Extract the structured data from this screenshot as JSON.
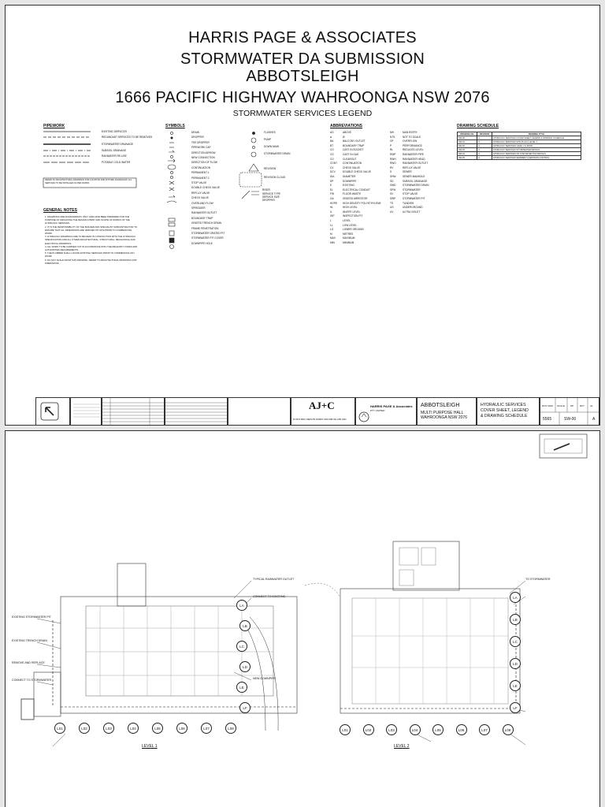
{
  "sheet1": {
    "title_lines": [
      "HARRIS PAGE & ASSOCIATES",
      "STORMWATER DA SUBMISSION",
      "ABBOTSLEIGH",
      "1666 PACIFIC HIGHWAY WAHROONGA NSW 2076"
    ],
    "subtitle": "STORMWATER SERVICES LEGEND",
    "pipework": {
      "heading": "PIPEWORK",
      "items": [
        "EXISTING SERVICES",
        "REDUNDANT SERVICES TO BE REMOVED",
        "STORMWATER DRAINAGE",
        "SUBSOIL DRAINAGE",
        "RAINWATER RE-USE",
        "POTABLE COLD WATER"
      ],
      "note": "REFER TO ARCHITECTURAL DRAWINGS FOR LOCATION AND FIXTURE SCHEDULES. ALL SERVICES TO BE INSTALLED AS PER AS3500."
    },
    "general_notes": {
      "heading": "GENERAL NOTES",
      "items": [
        "1. DRAWINGS ARE DIAGRAMMATIC ONLY AND HAVE BEEN PREPARED FOR THE PURPOSE OF INDICATING THE DESIGN INTENT AND SCOPE OF WORKS OF THE HYDRAULIC SERVICES.",
        "2. IT IS THE RESPONSIBILITY OF THE BUILDER AND SPECIALIST SUBCONTRACTOR TO ENSURE THAT ALL DIMENSIONS ARE VERIFIED ON SITE PRIOR TO COMMENCING WORK.",
        "3. HYDRAULIC DRAWINGS ARE TO BE READ IN CONJUNCTION WITH THE HYDRAULIC SPECIFICATION AND ALL OTHER ARCHITECTURAL, STRUCTURAL, MECHANICAL AND ELECTRICAL DRAWINGS.",
        "4. ALL WORK TO BE CARRIED OUT IN ACCORDANCE WITH THE RELEVANT CODES AND AUTHORITIES REQUIREMENTS.",
        "5. THE PLUMBER SHALL LOCATE EXISTING SERVICES PRIOR TO COMMENCING ANY WORK.",
        "6. DO NOT SCALE FROM THIS DRAWING. REFER TO ARCHITECTURAL DRAWINGS FOR DIMENSIONS."
      ]
    },
    "symbols": {
      "heading": "SYMBOLS",
      "col1": [
        "DRAIN",
        "DROPPER",
        "TEE DROPPER",
        "PIPEWORK CAP",
        "DIRECTION ARROW",
        "NEW CONNECTION",
        "DIRECTION OF FLOW",
        "CONTINUATION",
        "PERMANENT 1",
        "PERMANENT 2",
        "STOP VALVE",
        "DOUBLE CHECK VALVE",
        "REFLUX VALVE",
        "CHECK VALVE",
        "OVERLAND FLOW",
        "SPREADER",
        "RAINWATER OUTLET",
        "BOUNDARY TRAP",
        "GRATED TRENCH DRAIN",
        "FRAME PENETRATION",
        "STORMWATER GRATED PIT",
        "STORMWATER PIT COVER",
        "DOWNPIPE HOLE"
      ],
      "col2": [
        "FLUSHES",
        "PUMP",
        "DOWN MAIN",
        "STORMWATER DRAIN",
        "REVISION",
        "REVISION CLOUD",
        "RISER",
        "SERVICE TYPE",
        "SERVICE SIZE",
        "DROPPER"
      ]
    },
    "abbreviations": {
      "heading": "ABBREVIATIONS",
      "col1": [
        [
          "AG",
          "ABOVE"
        ],
        [
          "ø",
          "Ø"
        ],
        [
          "BA",
          "BALCONY OUTLET"
        ],
        [
          "BT",
          "BOUNDARY TRAP"
        ],
        [
          "CO",
          "CAST IN SOCKET"
        ],
        [
          "CG",
          "CAST IN GAS"
        ],
        [
          "CO",
          "CLEAROUT"
        ],
        [
          "CONT",
          "CONTINUATION"
        ],
        [
          "CV",
          "CHECK VALVE"
        ],
        [
          "DCV",
          "DOUBLE CHECK VALVE"
        ],
        [
          "DIA",
          "DIAMETER"
        ],
        [
          "DP",
          "DOWNPIPE"
        ],
        [
          "E",
          "EXISTING"
        ],
        [
          "EL",
          "ELECTRICAL CONDUIT"
        ],
        [
          "FW",
          "FLOOR WASTE"
        ],
        [
          "GA",
          "GRATED ARRESTOR"
        ],
        [
          "HOPE",
          "HIGH DENSITY POLYETHYLENE"
        ],
        [
          "HL",
          "HIGH LEVEL"
        ],
        [
          "IL",
          "INVERT LEVEL"
        ],
        [
          "IGP",
          "INSPECTION PIT"
        ],
        [
          "L",
          "LEVEL"
        ],
        [
          "LL",
          "LOW LEVEL"
        ],
        [
          "LG",
          "LOWER GROUND"
        ],
        [
          "M",
          "METRES"
        ],
        [
          "MAX",
          "MAXIMUM"
        ],
        [
          "MIN",
          "MINIMUM"
        ]
      ],
      "col2": [
        [
          "MH",
          "MAN ENTRY"
        ],
        [
          "NTS",
          "NOT TO SCALE"
        ],
        [
          "OF",
          "OVERFLOW"
        ],
        [
          "P",
          "PERFORMANCE"
        ],
        [
          "RL",
          "REDUCED LEVEL"
        ],
        [
          "RWP",
          "RAINWATER PIPE"
        ],
        [
          "RWH",
          "RAINWATER HEAD"
        ],
        [
          "RWO",
          "RAINWATER OUTLET"
        ],
        [
          "RV",
          "REFLUX VALVE"
        ],
        [
          "S",
          "SEWER"
        ],
        [
          "SHW",
          "SEWER MANHOLE"
        ],
        [
          "SD",
          "SUBSOIL DRAINAGE"
        ],
        [
          "SWD",
          "STORMWATER DRAIN"
        ],
        [
          "SPW",
          "STORMWATER"
        ],
        [
          "SV",
          "STOP VALVE"
        ],
        [
          "SWP",
          "STORMWATER PIT"
        ],
        [
          "TS",
          "TUNDISH"
        ],
        [
          "UG",
          "UNDERGROUND"
        ],
        [
          "UV",
          "ULTRA VIOLET"
        ]
      ]
    },
    "schedule": {
      "heading": "DRAWING SCHEDULE",
      "columns": [
        "DRAWING NO.",
        "REVISION",
        "DRAWING TITLE"
      ],
      "rows": [
        [
          "SW-00",
          "A",
          "HYDRAULIC SERVICES COVER SHEET, LEGEND & DRAWING SCHEDULE"
        ],
        [
          "SW-01",
          "A",
          "HYDRAULIC SERVICES SITE PLAN & LEVEL 1"
        ],
        [
          "SW-02",
          "A",
          "HYDRAULIC SERVICES LEVEL 2 & ROOF"
        ],
        [
          "SW-03",
          "A",
          "HYDRAULIC SERVICES STORMWATER DETAILS"
        ],
        [
          "SW-04",
          "A",
          "HYDRAULIC SERVICES ON SITE DETENTION DETAILS"
        ],
        [
          "SW-05",
          "A",
          "HYDRAULIC SERVICES SEDIMENT & EROSION CONTROL"
        ]
      ]
    },
    "title_block": {
      "consultant_logo": "AJ+C",
      "consultant_addr": "PO BOX 5800, FRENCHS FOREST NSW 2086  TEL 9451 0200",
      "client_name": "HARRIS PAGE & Associates",
      "client_sub": "PTY LIMITED",
      "project_name": "ABBOTSLEIGH",
      "project_desc1": "MULTI PURPOSE HALL",
      "project_desc2": "WAHROONGA NSW 2076",
      "drawing_title1": "HYDRAULIC SERVICES",
      "drawing_title2": "COVER SHEET, LEGEND",
      "drawing_title3": "& DRAWING SCHEDULE",
      "date": "NOV 2010",
      "scale": "SCALE",
      "drawn": "DP",
      "check": "DFT",
      "size": "A1",
      "job_no": "5565",
      "drawing_no": "SW-00",
      "revision": "A"
    }
  },
  "sheet2": {
    "level1_label": "LEVEL 1",
    "level2_label": "LEVEL 2",
    "grid_bottom_l1": [
      "L01",
      "L02",
      "L03",
      "L04",
      "L05",
      "L06",
      "L07",
      "L08"
    ],
    "grid_bottom_l2": [
      "L01",
      "L02",
      "L03",
      "L04",
      "L05",
      "L06",
      "L07",
      "L08"
    ],
    "grid_right": [
      "LA",
      "LB",
      "LC",
      "LD",
      "LE",
      "LF"
    ],
    "notes_left": [
      "EXISTING STORMWATER PIT",
      "EXISTING TRENCH DRAIN",
      "REMOVE AND REPLACE",
      "CONNECT TO STORMWATER"
    ],
    "notes_right": [
      "TYPICAL RAINWATER OUTLET",
      "CONNECT TO EXISTING",
      "NEW DOWNPIPE",
      "TO STORMWATER"
    ]
  }
}
